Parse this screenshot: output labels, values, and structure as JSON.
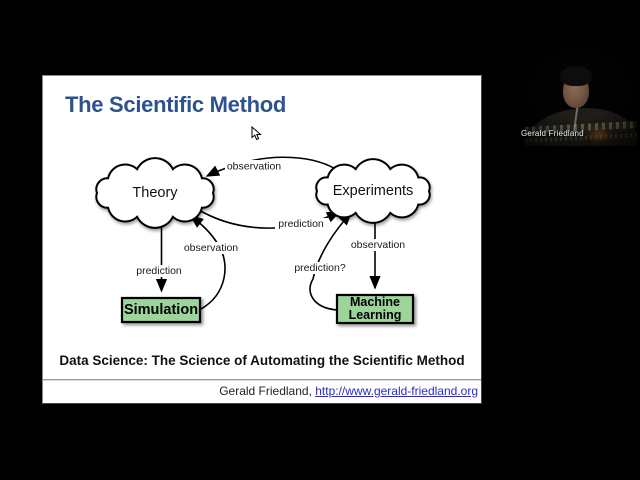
{
  "colors": {
    "background": "#000000",
    "slide_background": "#ffffff",
    "title_blue": "#2d528c",
    "node_green": "#9cd49a",
    "link_blue": "#2a2ad0"
  },
  "slide": {
    "title": "The Scientific Method",
    "tagline": "Data Science: The Science of Automating the Scientific Method",
    "footer": {
      "author_prefix": "Gerald Friedland, ",
      "link_text": "http://www.gerald-friedland.org"
    },
    "diagram": {
      "nodes": [
        {
          "id": "theory",
          "shape": "cloud",
          "label": "Theory"
        },
        {
          "id": "experiments",
          "shape": "cloud",
          "label": "Experiments"
        },
        {
          "id": "simulation",
          "shape": "box",
          "label": "Simulation"
        },
        {
          "id": "machine-learning",
          "shape": "box",
          "label_line1": "Machine",
          "label_line2": "Learning"
        }
      ],
      "edges": [
        {
          "from": "Experiments",
          "to": "Theory",
          "label": "observation"
        },
        {
          "from": "Theory",
          "to": "Experiments",
          "label": "prediction"
        },
        {
          "from": "Theory",
          "to": "Simulation",
          "label": "prediction"
        },
        {
          "from": "Simulation",
          "to": "Theory",
          "label": "observation"
        },
        {
          "from": "Experiments",
          "to": "Machine Learning",
          "label": "observation"
        },
        {
          "from": "Machine Learning",
          "to": "Experiments",
          "label": "prediction?"
        }
      ]
    }
  },
  "webcam": {
    "participant_name": "Gerald Friedland"
  }
}
